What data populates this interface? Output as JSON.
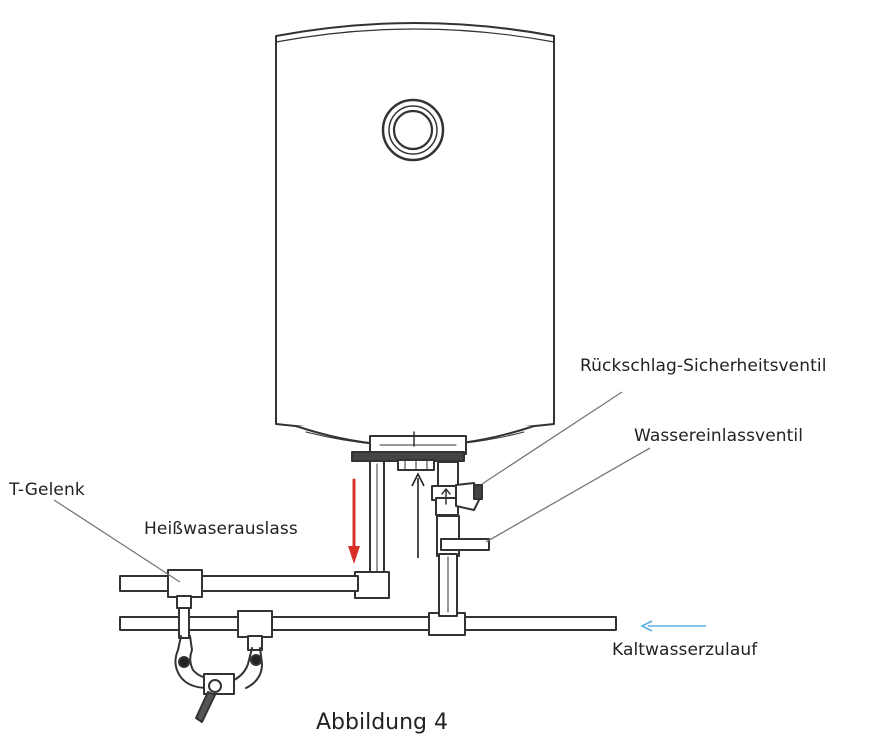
{
  "labels": {
    "check_valve": "Rückschlag-Sicherheitsventil",
    "inlet_valve": "Wassereinlassventil",
    "t_joint": "T-Gelenk",
    "hot_outlet": "Heißwaserauslass",
    "cold_inlet": "Kaltwasserzulauf"
  },
  "caption": "Abbildung 4",
  "colors": {
    "line": "#333333",
    "hot_arrow": "#d9302a",
    "cold_arrow": "#5ab0e0",
    "text": "#222222"
  }
}
